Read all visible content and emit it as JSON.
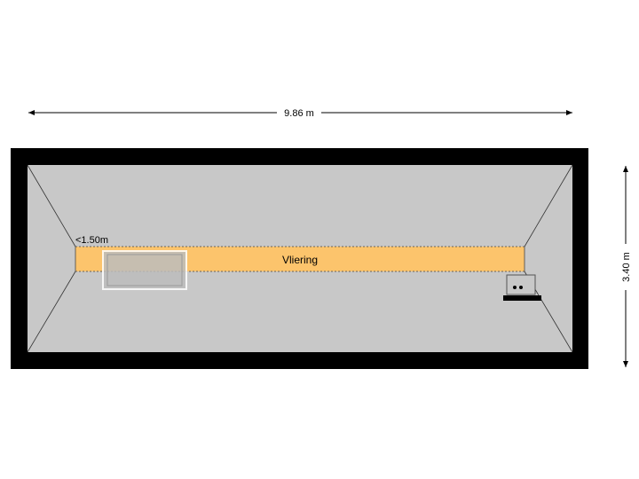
{
  "dimensions": {
    "width_label": "9.86 m",
    "depth_label": "3.40 m"
  },
  "room": {
    "name": "Vliering",
    "height_note": "<1.50m"
  },
  "colors": {
    "wall": "#000000",
    "floor": "#c8c8c8",
    "room_highlight": "#fcc46c"
  },
  "icons": {
    "skylight": "skylight-icon",
    "chimney": "chimney-icon"
  }
}
